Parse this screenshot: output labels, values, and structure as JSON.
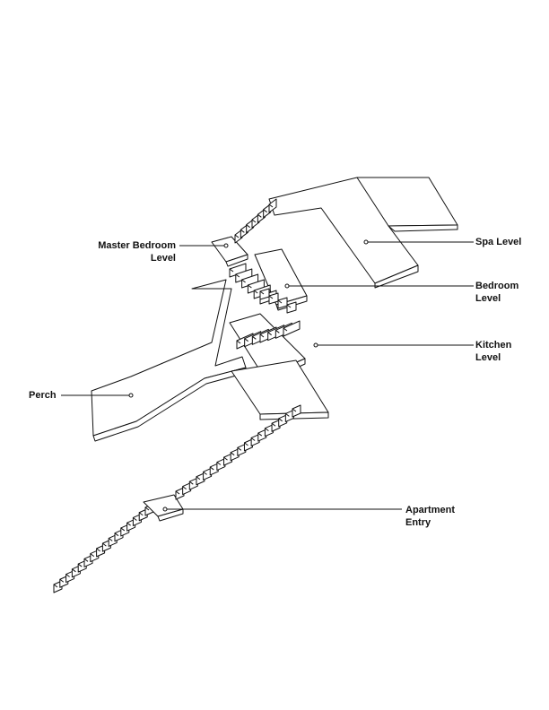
{
  "labels": {
    "spa_level": "Spa Level",
    "master_bedroom_line1": "Master Bedroom",
    "master_bedroom_line2": "Level",
    "bedroom_line1": "Bedroom",
    "bedroom_line2": "Level",
    "kitchen_line1": "Kitchen",
    "kitchen_line2": "Level",
    "perch": "Perch",
    "apartment_line1": "Apartment",
    "apartment_line2": "Entry"
  },
  "colors": {
    "line": "#111111",
    "fill": "#ffffff"
  }
}
